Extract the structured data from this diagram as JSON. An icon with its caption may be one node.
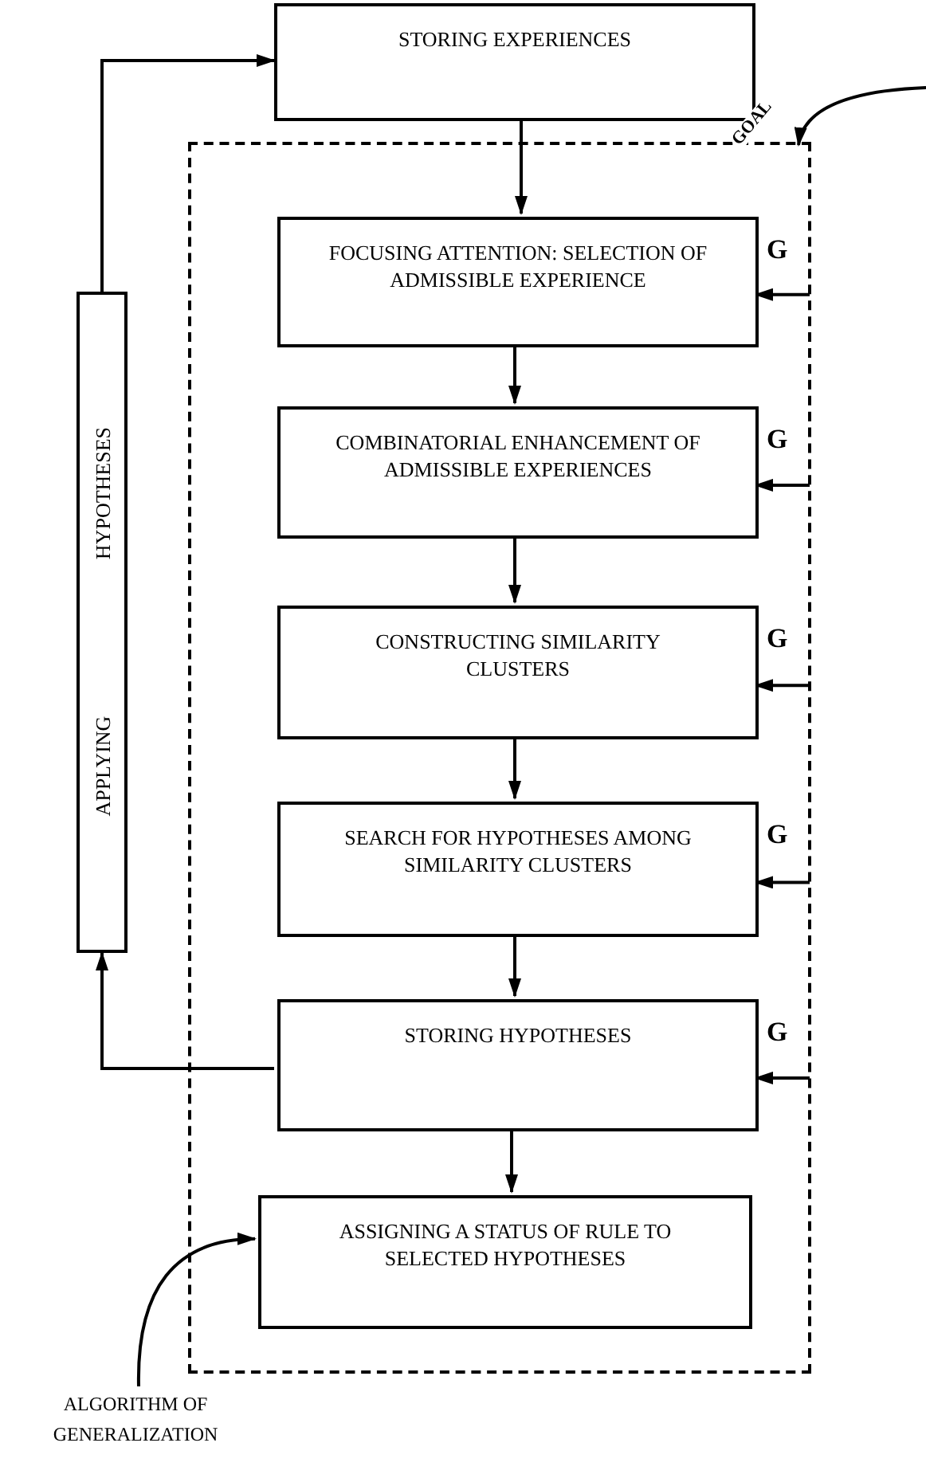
{
  "diagram": {
    "nodes": [
      {
        "text": [
          "STORING EXPERIENCES"
        ]
      },
      {
        "text": [],
        "shape": "box"
      },
      {
        "text": [
          "FOCUSING ATTENTION: SELECTION OF ADMISSIBLE EXPERIENCE"
        ],
        "in": 1,
        "beside": [
          "G"
        ]
      },
      {
        "text": [
          "COMBINATORIAL ENHANCEMENT OF ADMISSIBLE EXPERIENCES"
        ],
        "in": 1,
        "beside": [
          "G"
        ]
      },
      {
        "text": [
          "CONSTRUCTING SIMILARITY CLUSTERS"
        ],
        "in": 1,
        "beside": [
          "G"
        ]
      },
      {
        "text": [
          "SEARCH FOR HYPOTHESES AMONG SIMILARITY CLUSTERS"
        ],
        "in": 1,
        "beside": [
          "G"
        ]
      },
      {
        "text": [
          "STORING HYPOTHESES"
        ],
        "in": 1,
        "beside": [
          "G"
        ]
      },
      {
        "text": [
          "ASSIGNING A STATUS OF RULE TO SELECTED HYPOTHESES"
        ],
        "in": 1
      },
      {
        "text": [
          "APPLYING HYPOTHESES"
        ]
      },
      {
        "text": [
          "ALGORITHM OF GENERALIZATION"
        ]
      }
    ],
    "edges": [
      {
        "from": 0,
        "to": 2,
        "arrow": "to"
      },
      {
        "from": 2,
        "to": 3,
        "arrow": "to"
      },
      {
        "from": 3,
        "to": 4,
        "arrow": "to"
      },
      {
        "from": 4,
        "to": 5,
        "arrow": "to"
      },
      {
        "from": 5,
        "to": 6,
        "arrow": "to"
      },
      {
        "from": 6,
        "to": 7,
        "arrow": "to"
      },
      {
        "from": 6,
        "to": 8,
        "arrow": "to"
      },
      {
        "from": 8,
        "to": 0,
        "arrow": "to"
      },
      {
        "from": 1,
        "to": 2,
        "arrow": "to"
      },
      {
        "from": 1,
        "to": 3,
        "arrow": "to"
      },
      {
        "from": 1,
        "to": 4,
        "arrow": "to"
      },
      {
        "from": 1,
        "to": 5,
        "arrow": "to"
      },
      {
        "from": 1,
        "to": 6,
        "arrow": "to"
      },
      {
        "from": null,
        "to": 1,
        "label": "GOAL",
        "arrow": "to"
      },
      {
        "from": 9,
        "to": 7,
        "arrow": "to"
      }
    ]
  }
}
